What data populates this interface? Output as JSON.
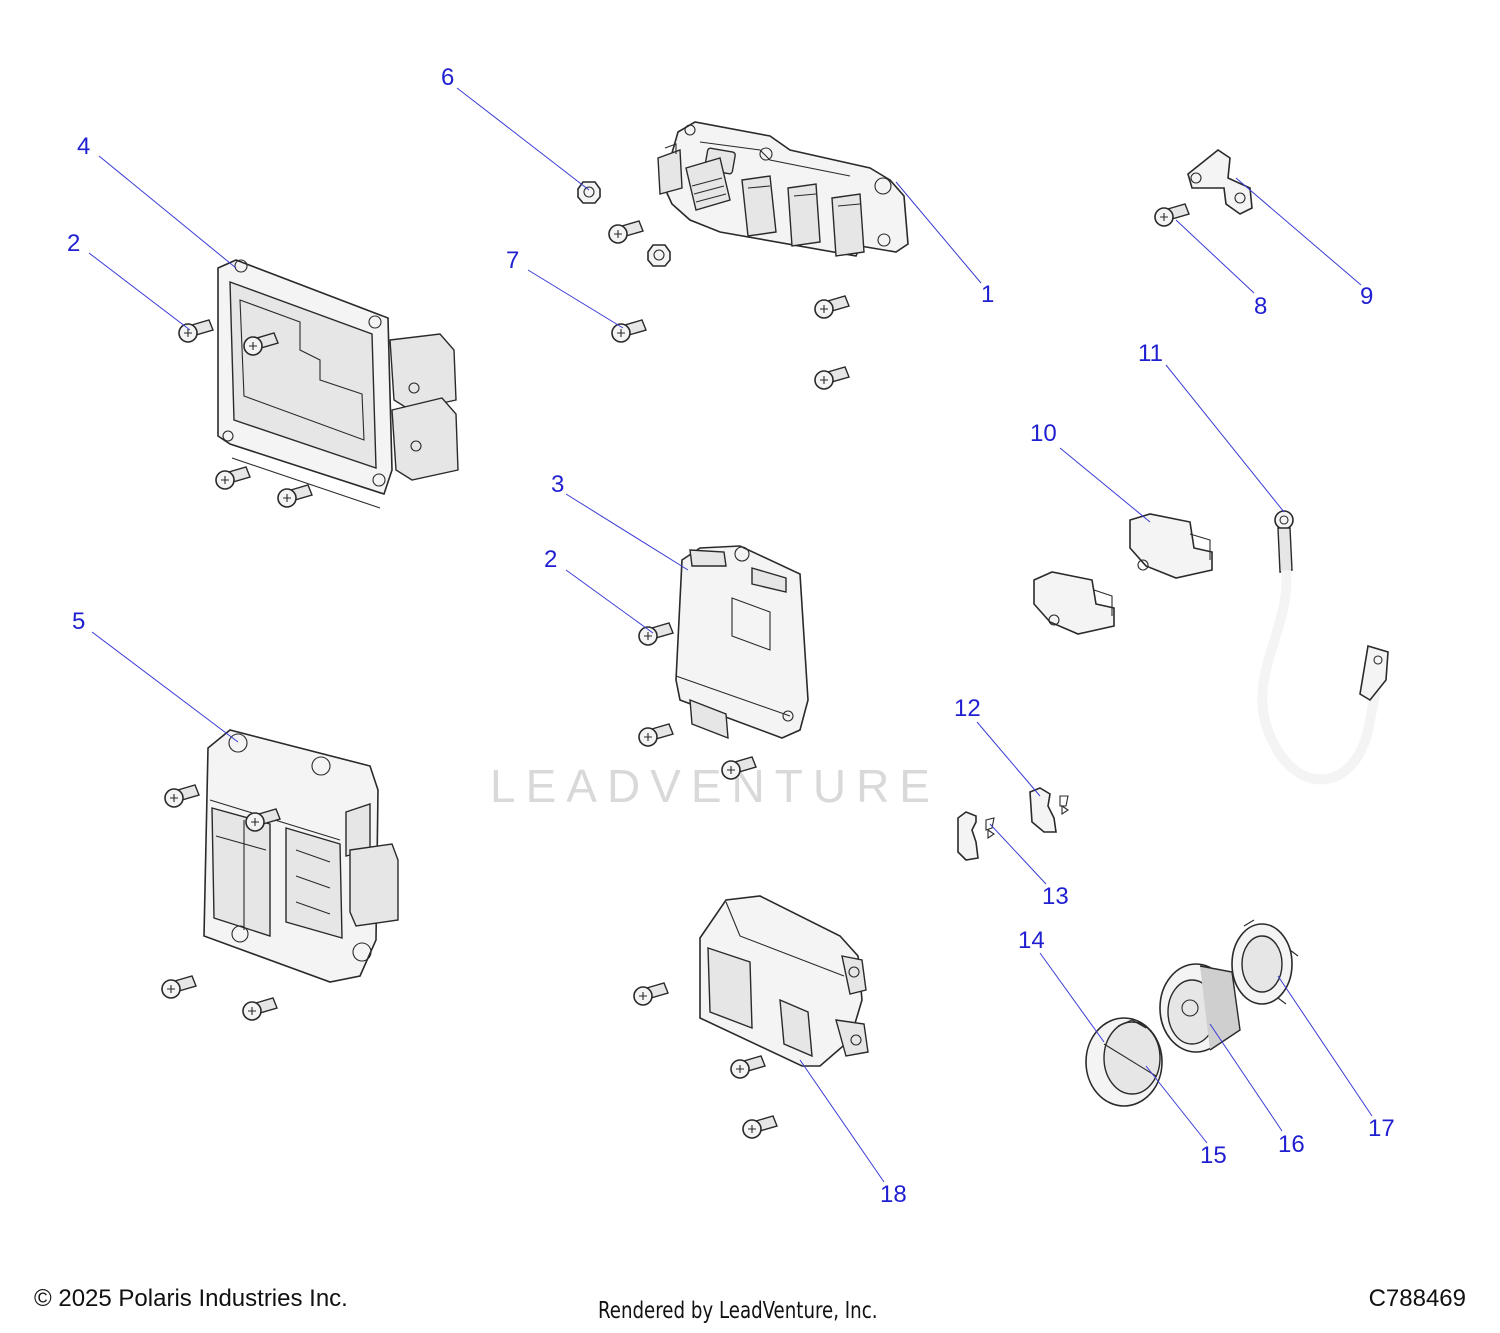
{
  "watermark": "LEADVENTURE",
  "footer": {
    "copyright": "© 2025 Polaris Industries Inc.",
    "rendered_by": "Rendered by LeadVenture, Inc.",
    "diagram_code": "C788469"
  },
  "callouts": [
    {
      "id": "c1",
      "label": "1"
    },
    {
      "id": "c2a",
      "label": "2"
    },
    {
      "id": "c2b",
      "label": "2"
    },
    {
      "id": "c3",
      "label": "3"
    },
    {
      "id": "c4",
      "label": "4"
    },
    {
      "id": "c5",
      "label": "5"
    },
    {
      "id": "c6",
      "label": "6"
    },
    {
      "id": "c7",
      "label": "7"
    },
    {
      "id": "c8",
      "label": "8"
    },
    {
      "id": "c9",
      "label": "9"
    },
    {
      "id": "c10",
      "label": "10"
    },
    {
      "id": "c11",
      "label": "11"
    },
    {
      "id": "c12",
      "label": "12"
    },
    {
      "id": "c13",
      "label": "13"
    },
    {
      "id": "c14",
      "label": "14"
    },
    {
      "id": "c15",
      "label": "15"
    },
    {
      "id": "c16",
      "label": "16"
    },
    {
      "id": "c17",
      "label": "17"
    },
    {
      "id": "c18",
      "label": "18"
    }
  ],
  "colors": {
    "callout": "#1f1fd1",
    "leader": "#3b3bd6",
    "line_art": "#2a2a2a",
    "watermark": "#d9d9d9"
  }
}
